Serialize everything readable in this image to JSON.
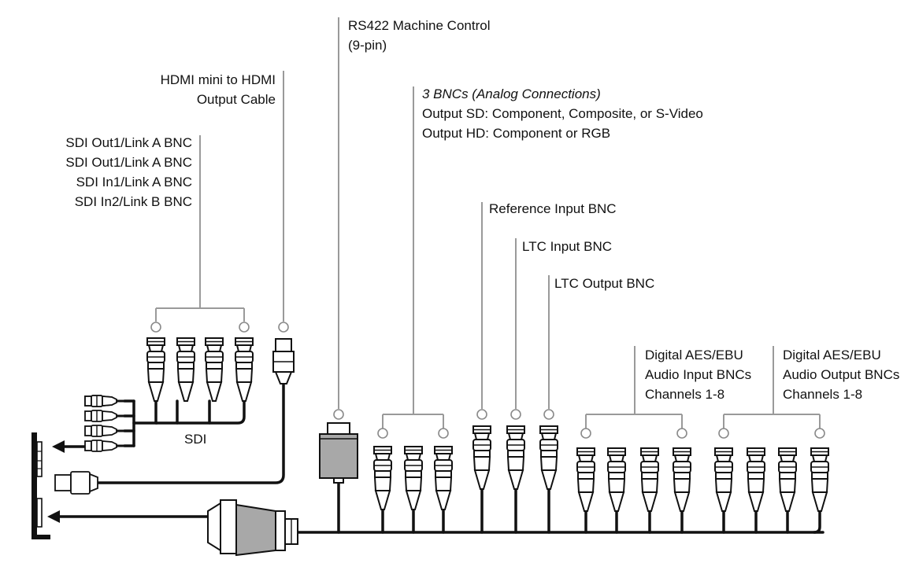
{
  "labels": {
    "rs422": [
      "RS422 Machine Control",
      "(9-pin)"
    ],
    "hdmi": [
      "HDMI mini to HDMI",
      "Output Cable"
    ],
    "sdi_group": [
      "SDI Out1/Link A BNC",
      "SDI Out1/Link A BNC",
      "SDI In1/Link A BNC",
      "SDI In2/Link B BNC"
    ],
    "analog_title": "3 BNCs  (Analog Connections)",
    "analog_lines": [
      "Output SD: Component, Composite, or S-Video",
      "Output HD: Component or RGB"
    ],
    "reference": "Reference Input BNC",
    "ltc_in": "LTC Input BNC",
    "ltc_out": "LTC Output BNC",
    "aes_in": [
      "Digital AES/EBU",
      "Audio Input BNCs",
      "Channels 1-8"
    ],
    "aes_out": [
      "Digital AES/EBU",
      "Audio Output BNCs",
      "Channels 1-8"
    ],
    "sdi_cable": "SDI"
  },
  "colors": {
    "line": "#111111",
    "leader": "#9a9a9a",
    "bnc_body": "#ffffff",
    "connector_gray": "#a8a8a8"
  }
}
